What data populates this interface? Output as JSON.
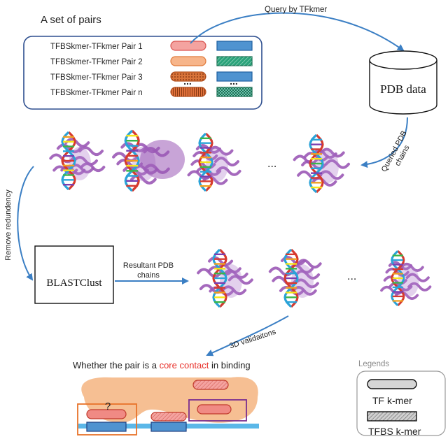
{
  "header": {
    "title": "A set of pairs"
  },
  "pairs": [
    {
      "label": "TFBSkmer-TFkmer Pair 1",
      "tf_fill": "#f4a3a0",
      "tf_stroke": "#d9534f",
      "tf_pattern": "none",
      "tfbs_fill": "#4f93d0",
      "tfbs_stroke": "#1f5fa0",
      "tfbs_pattern": "none"
    },
    {
      "label": "TFBSkmer-TFkmer Pair 2",
      "tf_fill": "#f7b58a",
      "tf_stroke": "#e07a3a",
      "tf_pattern": "none",
      "tfbs_fill": "#2aa37a",
      "tfbs_stroke": "#1c6e52",
      "tfbs_pattern": "hatch"
    },
    {
      "label": "TFBSkmer-TFkmer Pair 3",
      "tf_fill": "#d9743a",
      "tf_stroke": "#b3501f",
      "tf_pattern": "dots",
      "tfbs_fill": "#4f93d0",
      "tfbs_stroke": "#1f5fa0",
      "tfbs_pattern": "none"
    },
    {
      "label": "TFBSkmer-TFkmer Pair n",
      "tf_fill": "#e0703a",
      "tf_stroke": "#b8501f",
      "tf_pattern": "vlines",
      "tfbs_fill": "#6fc4b0",
      "tfbs_stroke": "#1c6e52",
      "tfbs_pattern": "check"
    }
  ],
  "ellipsis": "...",
  "query_label": "Query by TFkmer",
  "pdb_label": "PDB data",
  "queried_label_1": "Queried PDB",
  "queried_label_2": "chains",
  "remove_label": "Remove redundency",
  "blast_label": "BLASTClust",
  "resultant_label_1": "Resultant PDB",
  "resultant_label_2": "chains",
  "validation_label": "3D validaitons",
  "question": {
    "prefix": "Whether the pair is a ",
    "highlight": "core contact",
    "suffix": " in binding",
    "highlight_color": "#e8302a"
  },
  "question_mark": "?",
  "legend": {
    "title": "Legends",
    "tf_label": "TF k-mer",
    "tfbs_label": "TFBS k-mer"
  },
  "colors": {
    "arrow": "#3b7fc4",
    "panel_border": "#2e4f8f",
    "protein_blob": "#f6bf93",
    "dna_strand": "#5bb7e8",
    "highlight_box_orange": "#e8732a",
    "highlight_box_purple": "#7a2d8f"
  }
}
